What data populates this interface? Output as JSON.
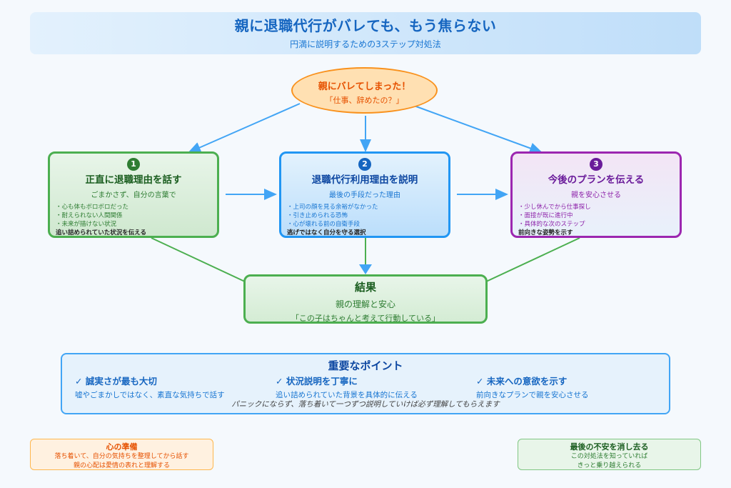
{
  "header": {
    "title": "親に退職代行がバレても、もう焦らない",
    "subtitle": "円満に説明するための3ステップ対処法"
  },
  "trigger": {
    "title": "親にバレてしまった！",
    "quote": "「仕事、辞めたの？」"
  },
  "steps": [
    {
      "number": "1",
      "title": "正直に退職理由を話す",
      "subtitle": "ごまかさず、自分の言葉で",
      "bullets": [
        "・心も体もボロボロだった",
        "・耐えられない人間関係",
        "・未来が描けない状況"
      ],
      "key": "追い詰められていた状況を伝える",
      "color": "#4caf50"
    },
    {
      "number": "2",
      "title": "退職代行利用理由を説明",
      "subtitle": "最後の手段だった理由",
      "bullets": [
        "・上司の顔を見る余裕がなかった",
        "・引き止められる恐怖",
        "・心が壊れる前の自衛手段"
      ],
      "key": "逃げではなく自分を守る選択",
      "color": "#2196f3"
    },
    {
      "number": "3",
      "title": "今後のプランを伝える",
      "subtitle": "親を安心させる",
      "bullets": [
        "・少し休んでから仕事探し",
        "・面接が既に進行中",
        "・具体的な次のステップ"
      ],
      "key": "前向きな姿勢を示す",
      "color": "#9c27b0"
    }
  ],
  "result": {
    "title": "結果",
    "line1": "親の理解と安心",
    "line2": "「この子はちゃんと考えて行動している」"
  },
  "points": {
    "title": "重要なポイント",
    "items": [
      {
        "heading": "✓ 誠実さが最も大切",
        "desc": "嘘やごまかしではなく、素直な気持ちで話す"
      },
      {
        "heading": "✓ 状況説明を丁寧に",
        "desc": "追い詰められていた背景を具体的に伝える"
      },
      {
        "heading": "✓ 未来への意欲を示す",
        "desc": "前向きなプランで親を安心させる"
      }
    ],
    "note": "パニックにならず、落ち着いて一つずつ説明していけば必ず理解してもらえます"
  },
  "preparation": {
    "title": "心の準備",
    "lines": [
      "落ち着いて、自分の気持ちを整理してから話す",
      "親の心配は愛情の表れと理解する"
    ]
  },
  "closing": {
    "title": "最後の不安を消し去る",
    "lines": [
      "この対処法を知っていれば",
      "きっと乗り越えられる"
    ]
  },
  "colors": {
    "arrow_blue": "#42a5f5",
    "line_green": "#4caf50",
    "title_blue": "#1565c0",
    "trigger_orange": "#f9921e"
  }
}
